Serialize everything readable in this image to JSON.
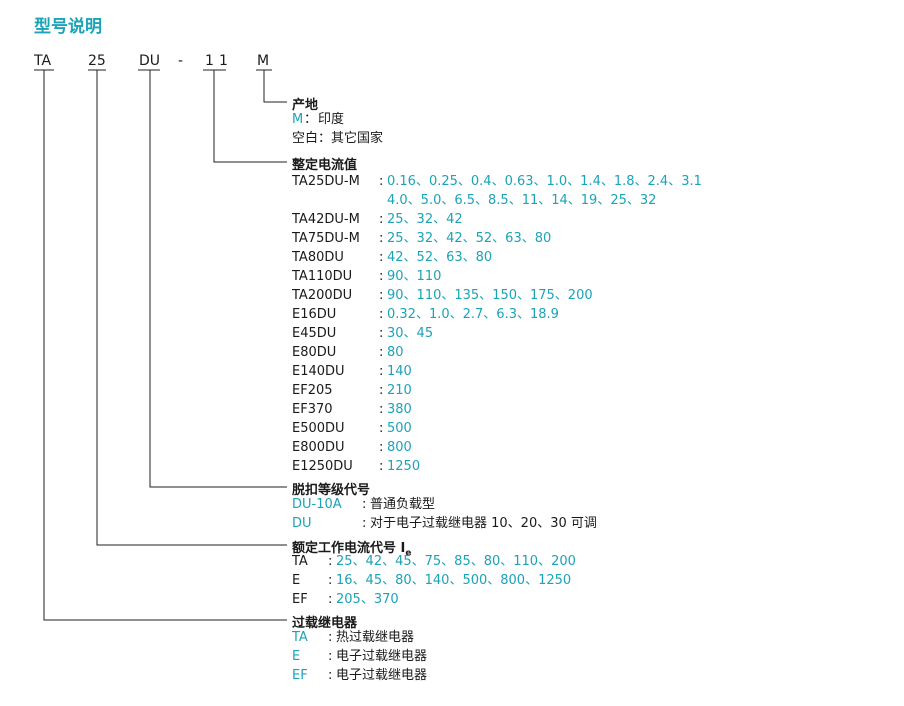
{
  "title": "型号说明",
  "code": {
    "p1": "TA",
    "p2": "25",
    "p3": "DU",
    "dash": "-",
    "p4": "1",
    "p5": "1",
    "p6": "M"
  },
  "origin": {
    "heading": "产地",
    "m_key": "M",
    "m_colon": "：",
    "m_text": "印度",
    "blank": "空白：其它国家"
  },
  "setting": {
    "heading": "整定电流值",
    "rows": [
      {
        "model": "TA25DU-M",
        "colon": ":",
        "values": "0.16、0.25、0.4、0.63、1.0、1.4、1.8、2.4、3.1",
        "values2": "4.0、5.0、6.5、8.5、11、14、19、25、32"
      },
      {
        "model": "TA42DU-M",
        "colon": ":",
        "values": "25、32、42"
      },
      {
        "model": "TA75DU-M",
        "colon": ":",
        "values": "25、32、42、52、63、80"
      },
      {
        "model": "TA80DU",
        "colon": ":",
        "values": "42、52、63、80"
      },
      {
        "model": "TA110DU",
        "colon": ":",
        "values": "90、110"
      },
      {
        "model": "TA200DU",
        "colon": ":",
        "values": "90、110、135、150、175、200"
      },
      {
        "model": "E16DU",
        "colon": ":",
        "values": "0.32、1.0、2.7、6.3、18.9"
      },
      {
        "model": "E45DU",
        "colon": ":",
        "values": "30、45"
      },
      {
        "model": "E80DU",
        "colon": ":",
        "values": "80"
      },
      {
        "model": "E140DU",
        "colon": ":",
        "values": "140"
      },
      {
        "model": "EF205",
        "colon": ":",
        "values": "210"
      },
      {
        "model": "EF370",
        "colon": ":",
        "values": "380"
      },
      {
        "model": "E500DU",
        "colon": ":",
        "values": "500"
      },
      {
        "model": "E800DU",
        "colon": ":",
        "values": "800"
      },
      {
        "model": "E1250DU",
        "colon": ":",
        "values": "1250"
      }
    ]
  },
  "trip": {
    "heading": "脱扣等级代号",
    "rows": [
      {
        "key": "DU-10A",
        "colon": ":",
        "text": "普通负载型"
      },
      {
        "key": "DU",
        "colon": ":",
        "text": "对于电子过载继电器 10、20、30 可调"
      }
    ]
  },
  "rated": {
    "heading": "额定工作电流代号 I",
    "heading_sub": "e",
    "rows": [
      {
        "key": "TA",
        "colon": ":",
        "values": "25、42、45、75、85、80、110、200"
      },
      {
        "key": "E",
        "colon": ":",
        "values": "16、45、80、140、500、800、1250"
      },
      {
        "key": "EF",
        "colon": ":",
        "values": "205、370"
      }
    ]
  },
  "relay": {
    "heading": "过载继电器",
    "rows": [
      {
        "key": "TA",
        "colon": ":",
        "text": "热过载继电器"
      },
      {
        "key": "E",
        "colon": ":",
        "text": "电子过载继电器"
      },
      {
        "key": "EF",
        "colon": ":",
        "text": "电子过载继电器"
      }
    ]
  },
  "colors": {
    "accent": "#1ba3b8",
    "text": "#1a1a1a"
  }
}
